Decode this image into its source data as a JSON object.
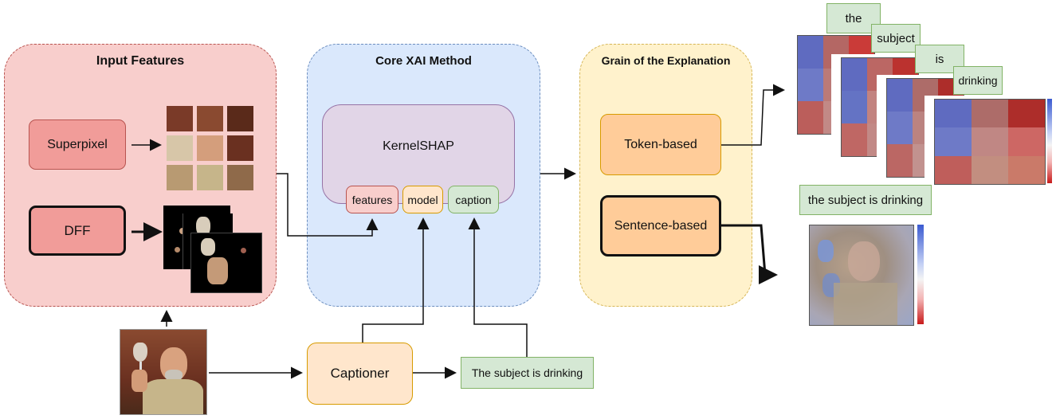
{
  "panels": {
    "input_features": {
      "title": "Input Features"
    },
    "core_xai": {
      "title": "Core XAI Method"
    },
    "grain": {
      "title": "Grain of the Explanation"
    }
  },
  "input_features": {
    "superpixel_label": "Superpixel",
    "dff_label": "DFF"
  },
  "core": {
    "kernelshap_label": "KernelSHAP",
    "ports": [
      "features",
      "model",
      "caption"
    ]
  },
  "grain": {
    "token_label": "Token-based",
    "sentence_label": "Sentence-based"
  },
  "bottom": {
    "captioner_label": "Captioner",
    "caption_text": "The subject is drinking"
  },
  "outputs": {
    "tokens": [
      "the",
      "subject",
      "is",
      "drinking"
    ],
    "sentence": "the subject is drinking"
  },
  "colors": {
    "input_panel_fill": "#f8cecc",
    "input_panel_border": "#b85450",
    "core_panel_fill": "#dae8fc",
    "core_panel_border": "#6c8ebf",
    "grain_panel_fill": "#fff2cc",
    "grain_panel_border": "#d6b656",
    "kernelshap_fill": "#e1d5e7",
    "kernelshap_border": "#9673a6",
    "green_fill": "#d5e8d4",
    "green_border": "#82b366",
    "orange_fill": "#ffe6cc",
    "orange_border": "#d79b00"
  }
}
